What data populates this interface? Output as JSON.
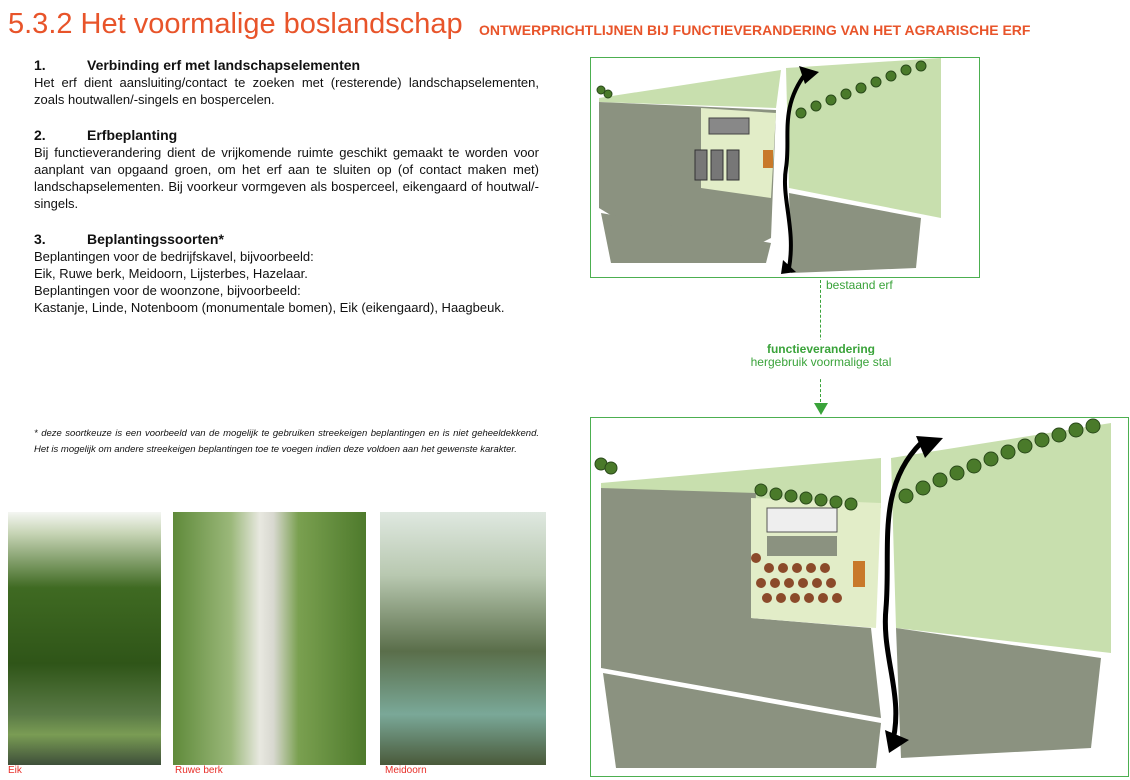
{
  "header": {
    "title": "5.3.2 Het voormalige boslandschap",
    "subtitle": "ONTWERPRICHTLIJNEN BIJ FUNCTIEVERANDERING VAN HET AGRARISCHE ERF"
  },
  "sections": [
    {
      "num": "1.",
      "heading": "Verbinding erf met landschapselementen",
      "lines": [
        "Het erf dient aansluiting/contact te zoeken met (resterende) landschapselementen, zoals houtwallen/-singels en bospercelen."
      ]
    },
    {
      "num": "2.",
      "heading": "Erfbeplanting",
      "lines": [
        "Bij functieverandering dient de vrijkomende ruimte geschikt gemaakt te worden voor aanplant van opgaand groen, om het erf aan te sluiten op (of contact maken met)  landschapselementen. Bij voorkeur vormgeven als bosperceel, eikengaard of houtwal/-singels."
      ]
    },
    {
      "num": "3.",
      "heading": "Beplantingssoorten*",
      "lines": [
        "Beplantingen voor de bedrijfskavel, bijvoorbeeld:",
        "Eik, Ruwe berk, Meidoorn, Lijsterbes, Hazelaar.",
        "Beplantingen voor de woonzone, bijvoorbeeld:",
        "Kastanje, Linde, Notenboom (monumentale bomen), Eik (eikengaard), Haagbeuk."
      ]
    }
  ],
  "note": "* deze soortkeuze is een voorbeeld van de mogelijk te gebruiken streekeigen beplantingen en is niet geheeldekkend. Het is mogelijk om andere streekeigen beplantingen toe te voegen indien deze voldoen aan het gewenste karakter.",
  "photos": [
    {
      "caption": "Eik"
    },
    {
      "caption": "Ruwe berk"
    },
    {
      "caption": "Meidoorn"
    }
  ],
  "diagram": {
    "existing_label": "bestaand erf",
    "change_title": "functieverandering",
    "change_sub": "hergebruik voormalige stal"
  },
  "colors": {
    "accent": "#e8542a",
    "green": "#3aa33a"
  }
}
